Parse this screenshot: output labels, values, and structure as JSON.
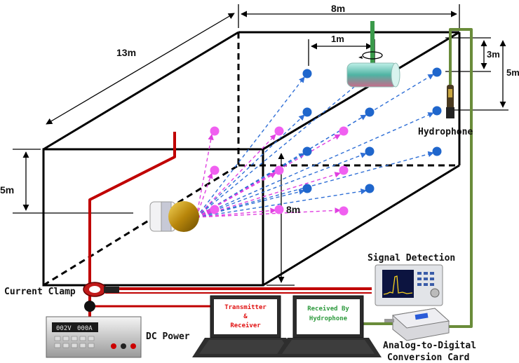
{
  "dimensions": {
    "length": "13m",
    "width": "8m",
    "height_left": "5m",
    "height_front": "8m",
    "hydrophone_spacing": "1m",
    "hydrophone_depth": "3m",
    "hydrophone_span": "5m"
  },
  "labels": {
    "hydrophone": "Hydrophone",
    "signal_detection": "Signal Detection",
    "current_clamp": "Current Clamp",
    "dc_power": "DC Power",
    "adc_line1": "Analog-to-Digital",
    "adc_line2": "Conversion Card",
    "laptop1_line1": "Transmitter",
    "laptop1_line2": "&",
    "laptop1_line3": "Receiver",
    "laptop2_line1": "Received By",
    "laptop2_line2": "Hydrophone",
    "dc_display_v": "002V",
    "dc_display_a": "000A"
  },
  "colors": {
    "tank_edges": "#000000",
    "power_cable": "#c00000",
    "signal_cable": "#6a8c3a",
    "blue_ray": "#2f6fd6",
    "magenta_ray": "#e040e0",
    "laptop1_text": "#e01010",
    "laptop2_text": "#2e9a3e"
  }
}
